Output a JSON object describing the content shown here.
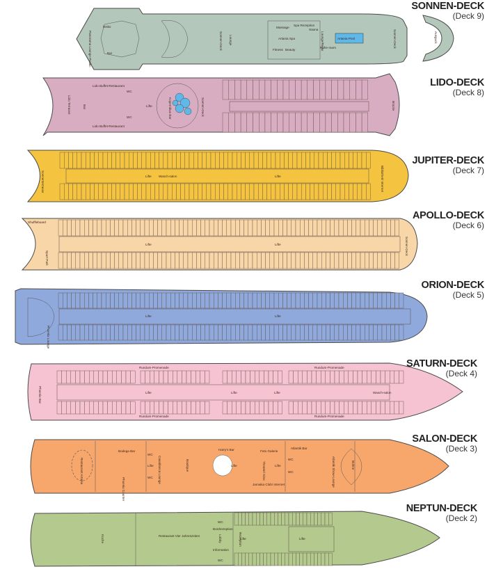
{
  "decks": [
    {
      "id": "sonnen",
      "title": "SONNEN-DECK",
      "number": "(Deck 9)",
      "color": "#b3c7ba",
      "rooms": [
        "Panorama Lounge Pacific",
        "Disko",
        "Bar",
        "Lounge",
        "Sonnen-Deck",
        "Massage",
        "Spa Rezeption",
        "Sauna",
        "Artania Spa",
        "Fitness",
        "Beauty",
        "Lounge/Relax",
        "Ruhe-raum",
        "Artania Pool",
        "Sonnen-Deck",
        "Ausguck"
      ]
    },
    {
      "id": "lido",
      "title": "LIDO-DECK",
      "number": "(Deck 8)",
      "color": "#d9adc1",
      "rooms": [
        "Lido Terrasse",
        "Lido Buffet-Restaurant",
        "Lido Buffet-Restaurant",
        "Bar",
        "Kopernikus Bar",
        "Sonnen-Deck",
        "Brücke",
        "Lifte",
        "WC",
        "WC"
      ]
    },
    {
      "id": "jupiter",
      "title": "JUPITER-DECK",
      "number": "(Deck 7)",
      "color": "#f4c441",
      "rooms": [
        "Sonnenterrasse",
        "Wasch-salon",
        "Lifte",
        "Lifte",
        "Bibliothek/ Internet"
      ]
    },
    {
      "id": "apollo",
      "title": "APOLLO-DECK",
      "number": "(Deck 6)",
      "color": "#f8d6a8",
      "rooms": [
        "Shuffleboard",
        "Sport Park",
        "Lifte",
        "Lifte",
        "Sonnen-Deck"
      ]
    },
    {
      "id": "orion",
      "title": "ORION-DECK",
      "number": "(Deck 5)",
      "color": "#90a9dc",
      "rooms": [
        "Phoenix Lounge",
        "Lifte",
        "Lifte"
      ]
    },
    {
      "id": "saturn",
      "title": "SATURN-DECK",
      "number": "(Deck 4)",
      "color": "#f6c3d3",
      "rooms": [
        "Rundum-Promenade",
        "Rundum-Promenade",
        "Rundum-Promenade",
        "Rundum-Promenade",
        "Phoenix Bar",
        "Lifte",
        "Lifte",
        "Lifte",
        "Wasch-salon"
      ]
    },
    {
      "id": "salon",
      "title": "SALON-DECK",
      "number": "(Deck 3)",
      "color": "#f7a76c",
      "rooms": [
        "Restaurant Artania",
        "Bodega Bar",
        "Phoenix Counter",
        "Casablanca Lounge",
        "Boutique",
        "Harry's Bar",
        "Foto Galerie",
        "Theater/ Kino",
        "Jamaika Club/ Internet",
        "Atlantik Bar",
        "Atlantik Show-Lounge",
        "Bühne",
        "WC",
        "WC",
        "WC",
        "WC",
        "Lifte",
        "Lifte",
        "Lifte"
      ]
    },
    {
      "id": "neptun",
      "title": "NEPTUN-DECK",
      "number": "(Deck 2)",
      "color": "#b3c98e",
      "rooms": [
        "Küche",
        "Restaurant Vier Jahreszeiten",
        "Bordrezeption",
        "Lobby",
        "Rezeption",
        "Information",
        "WC",
        "WC",
        "Lifte",
        "Lifte"
      ]
    }
  ],
  "colors": {
    "pool": "#5fb8e8",
    "outline": "#4a4a4a"
  }
}
